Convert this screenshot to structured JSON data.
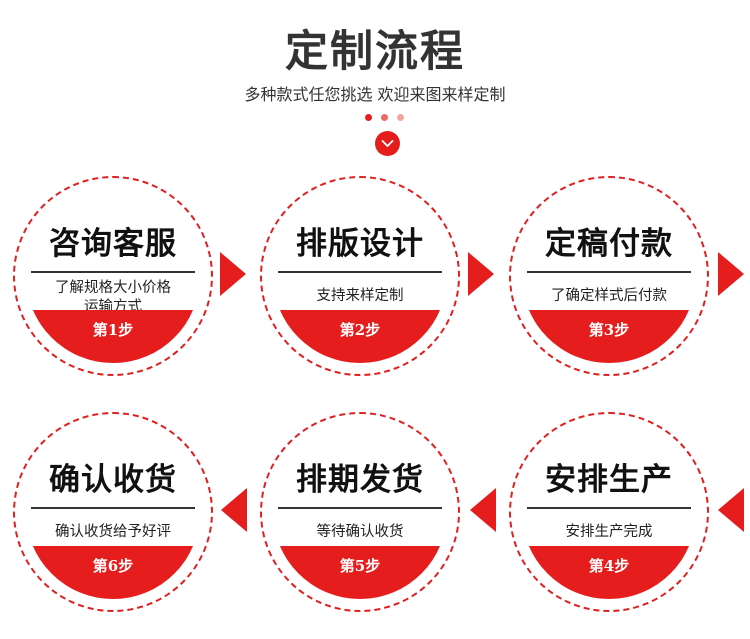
{
  "header": {
    "title": "定制流程",
    "subtitle": "多种款式任您挑选 欢迎来图来样定制"
  },
  "colors": {
    "accent": "#e51d1d",
    "dot_dark": "#e51d1d",
    "dot_light": "#f2a59f",
    "text": "#333333"
  },
  "steps": [
    {
      "title": "咨询客服",
      "desc_line1": "了解规格大小价格",
      "desc_line2": "运输方式",
      "label": "第1步"
    },
    {
      "title": "排版设计",
      "desc_line1": "支持来样定制",
      "desc_line2": "",
      "label": "第2步"
    },
    {
      "title": "定稿付款",
      "desc_line1": "了确定样式后付款",
      "desc_line2": "",
      "label": "第3步"
    },
    {
      "title": "安排生产",
      "desc_line1": "安排生产完成",
      "desc_line2": "",
      "label": "第4步"
    },
    {
      "title": "排期发货",
      "desc_line1": "等待确认收货",
      "desc_line2": "",
      "label": "第5步"
    },
    {
      "title": "确认收货",
      "desc_line1": "确认收货给予好评",
      "desc_line2": "",
      "label": "第6步"
    }
  ],
  "icons": {
    "down_button": "chevron-down-icon",
    "arrow_right": "arrow-right-icon",
    "arrow_left": "arrow-left-icon"
  }
}
